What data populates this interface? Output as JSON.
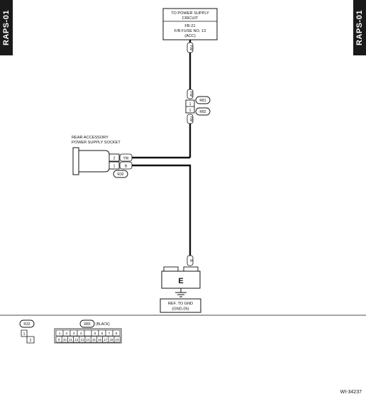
{
  "side_tab": "RAPS-01",
  "power_box": {
    "line1": "TO POWER SUPPLY",
    "line2": "CIRCUIT",
    "line3": "FB-21",
    "line4": "F/B FUSE NO. 13",
    "line5": "(ACC)"
  },
  "wire_top": "YW",
  "joint": {
    "upper_wire": "YW",
    "lower_wire": "YW",
    "pin_upper": "1",
    "pin_lower": "1",
    "conn_upper": "R81",
    "conn_lower": "R82"
  },
  "socket": {
    "line1": "REAR ACCESSORY",
    "line2": "POWER SUPPLY SOCKET",
    "pin2": "2",
    "pin1": "1",
    "wire2": "YW",
    "wire1": "B",
    "conn": "R32"
  },
  "ground": {
    "wire": "B",
    "symbol": "E",
    "ref_line1": "REF. TO GND",
    "ref_line2": "(GND-05)"
  },
  "legend": {
    "r32_label": "R32",
    "r32_pins": [
      "1",
      "2"
    ],
    "r83_label": "R83",
    "r83_color": "(BLACK)",
    "r83_row1": [
      "1",
      "2",
      "3",
      "4",
      "",
      "5",
      "6",
      "7",
      "8"
    ],
    "r83_row2": [
      "9",
      "10",
      "11",
      "12",
      "13",
      "14",
      "15",
      "16",
      "17",
      "18",
      "19"
    ]
  },
  "figure_id": "WI-34237"
}
